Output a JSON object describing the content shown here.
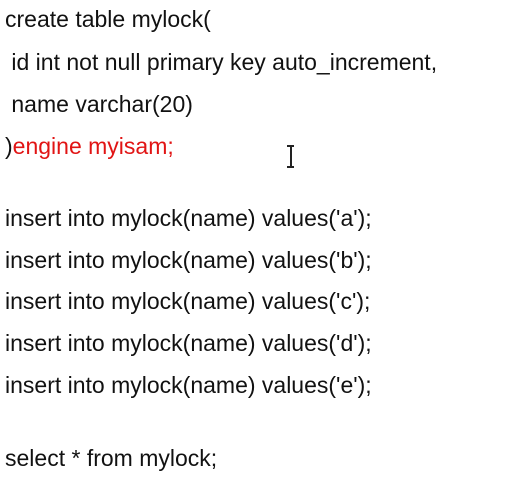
{
  "code": {
    "create_table": {
      "line1": "create table mylock(",
      "line2": " id int not null primary key auto_increment,",
      "line3": " name varchar(20)",
      "line4_paren": ")",
      "line4_engine": "engine myisam;"
    },
    "inserts": [
      "insert into mylock(name) values('a');",
      "insert into mylock(name) values('b');",
      "insert into mylock(name) values('c');",
      "insert into mylock(name) values('d');",
      "insert into mylock(name) values('e');"
    ],
    "select": "select * from mylock;"
  },
  "colors": {
    "text": "#111111",
    "highlight": "#e11414",
    "background": "#ffffff"
  },
  "cursor_icon": "text-cursor-ibeam-icon"
}
